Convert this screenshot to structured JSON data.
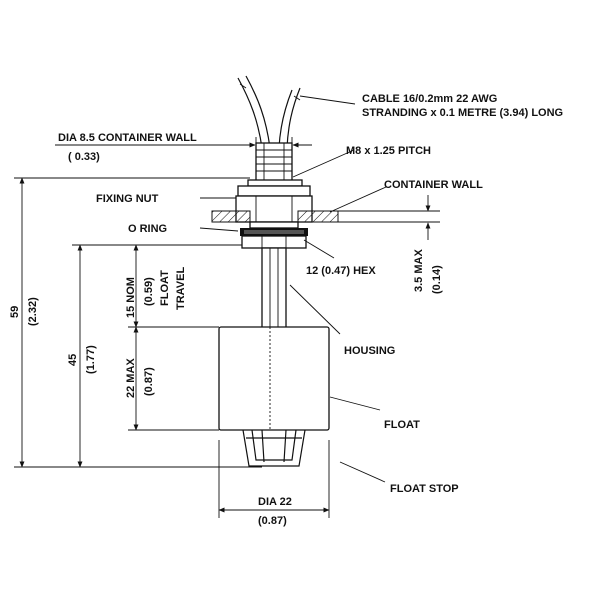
{
  "labels": {
    "cable_line1": "CABLE 16/0.2mm 22 AWG",
    "cable_line2": "STRANDING x 0.1 METRE (3.94) LONG",
    "dia_container_wall": "DIA 8.5 CONTAINER WALL",
    "dia_container_wall_inch": "( 0.33)",
    "thread": "M8 x 1.25 PITCH",
    "fixing_nut": "FIXING NUT",
    "container_wall": "CONTAINER WALL",
    "o_ring": "O RING",
    "hex": "12 (0.47) HEX",
    "max_3_5": "3.5 MAX",
    "max_3_5_inch": "(0.14)",
    "nom_15": "15 NOM",
    "nom_15_inch": "(0.59)",
    "float_travel_1": "FLOAT",
    "float_travel_2": "TRAVEL",
    "housing": "HOUSING",
    "max_22": "22 MAX",
    "max_22_inch": "(0.87)",
    "float": "FLOAT",
    "float_stop": "FLOAT STOP",
    "dia_22": "DIA 22",
    "dia_22_inch": "(0.87)",
    "dim_59": "59",
    "dim_59_inch": "(2.32)",
    "dim_45": "45",
    "dim_45_inch": "(1.77)"
  }
}
